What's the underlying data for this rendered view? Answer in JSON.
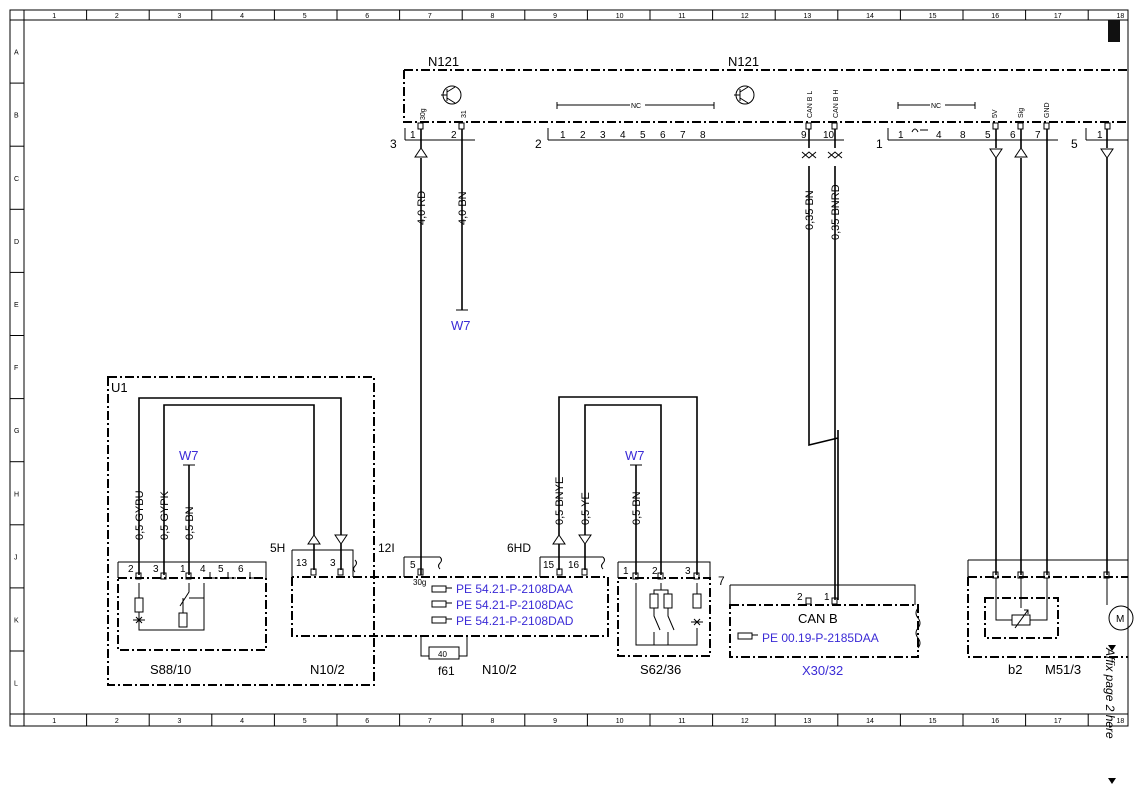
{
  "grid": {
    "columns": [
      "1",
      "2",
      "3",
      "4",
      "5",
      "6",
      "7",
      "8",
      "9",
      "10",
      "11",
      "12",
      "13",
      "14",
      "15",
      "16",
      "17",
      "18"
    ],
    "rows": [
      "A",
      "B",
      "C",
      "D",
      "E",
      "F",
      "G",
      "H",
      "J",
      "K",
      "L"
    ]
  },
  "components": {
    "n121_left": "N121",
    "n121_right": "N121",
    "u1": "U1",
    "s88_10": "S88/10",
    "n10_2_a": "N10/2",
    "n10_2_b": "N10/2",
    "f61": "f61",
    "s62_36": "S62/36",
    "x30_32": "X30/32",
    "b2": "b2",
    "m51_3": "M51/3",
    "can_b": "CAN B",
    "fuse_value": "40"
  },
  "connectors": {
    "c3": "3",
    "c2": "2",
    "c1": "1",
    "c5": "5",
    "c7": "7",
    "c5h": "5H",
    "c12i": "12I",
    "c6hd": "6HD"
  },
  "pin_labels": {
    "p30g": "30g",
    "p31": "31",
    "nc": "NC",
    "can_l": "CAN B L",
    "can_h": "CAN B H",
    "p5v": "5V",
    "sig": "Sig",
    "gnd": "GND",
    "p30g_f": "30g"
  },
  "pins": {
    "n121_c3": [
      "1",
      "2"
    ],
    "n121_c2": [
      "1",
      "2",
      "3",
      "4",
      "5",
      "6",
      "7",
      "8",
      "9",
      "10"
    ],
    "n121_c1": [
      "1",
      "4",
      "8",
      "5",
      "6",
      "7"
    ],
    "n121_c5": [
      "1"
    ],
    "s88": [
      "2",
      "3",
      "1",
      "4",
      "5",
      "6"
    ],
    "n10_5h": [
      "13",
      "3"
    ],
    "n10_12i": [
      "5"
    ],
    "n10_6hd": [
      "15",
      "16"
    ],
    "s62": [
      "1",
      "2",
      "3"
    ],
    "x30": [
      "2",
      "1"
    ]
  },
  "wires": {
    "w_40rd": "4,0 RD",
    "w_40bn": "4,0 BN",
    "w_035bn": "0,35 BN",
    "w_035bnrd": "0,35 BNRD",
    "w_05gybu": "0,5 GYBU",
    "w_05gypk": "0,5 GYPK",
    "w_05bn_a": "0,5 BN",
    "w_05bnye": "0,5 BNYE",
    "w_05ye": "0,5 YE",
    "w_05bn_b": "0,5 BN"
  },
  "ground_refs": {
    "w7_a": "W7",
    "w7_b": "W7",
    "w7_c": "W7"
  },
  "links": {
    "pe_a": "PE 54.21-P-2108DAA",
    "pe_b": "PE 54.21-P-2108DAC",
    "pe_c": "PE 54.21-P-2108DAD",
    "pe_d": "PE 00.19-P-2185DAA"
  },
  "affix_text": "Affix page 2 here",
  "colors": {
    "link": "#3b2bd6",
    "line": "#000000"
  }
}
